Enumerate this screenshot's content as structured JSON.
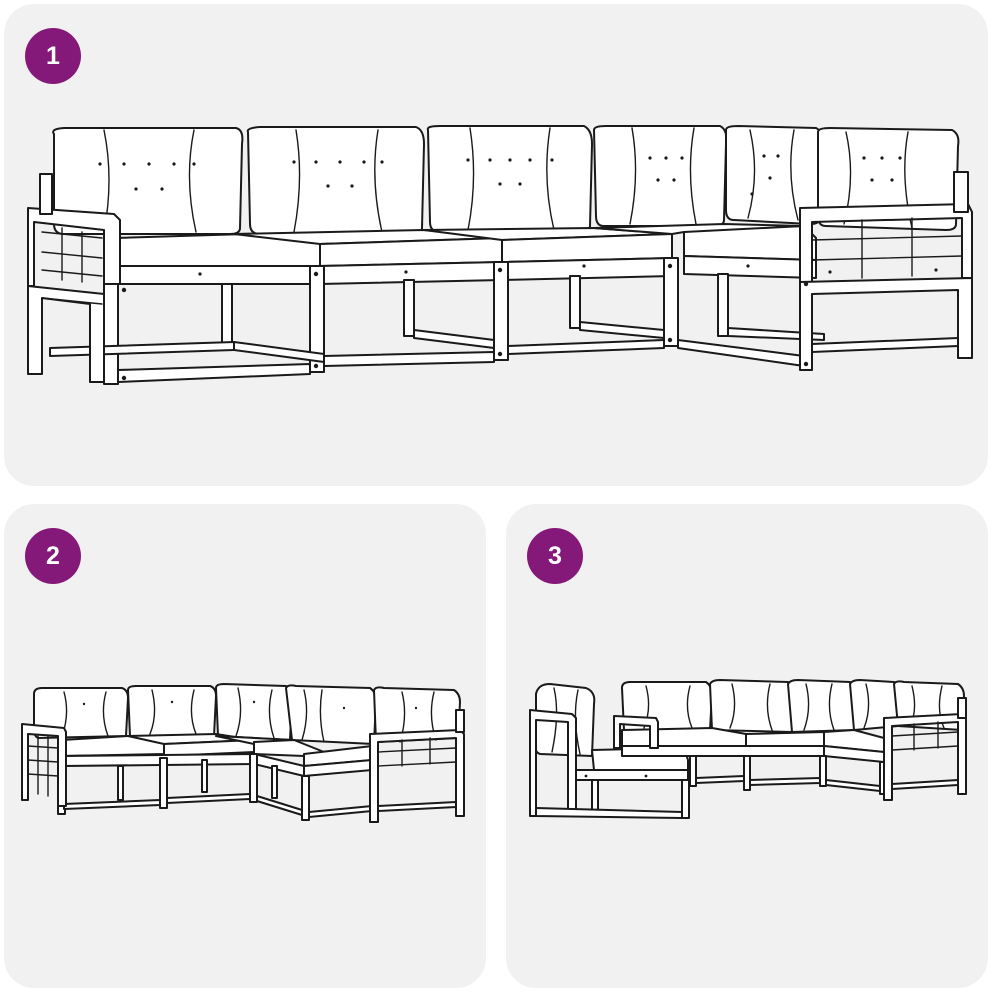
{
  "steps": [
    {
      "number": "1",
      "icon": "assembled-sectional-sofa-illustration"
    },
    {
      "number": "2",
      "icon": "sofa-arrangement-illustration"
    },
    {
      "number": "3",
      "icon": "sofa-with-detached-module-illustration"
    }
  ],
  "colors": {
    "badge": "#84197a",
    "badge_text": "#ffffff",
    "panel": "#f1f1f1",
    "line": "#1a1a1a"
  }
}
